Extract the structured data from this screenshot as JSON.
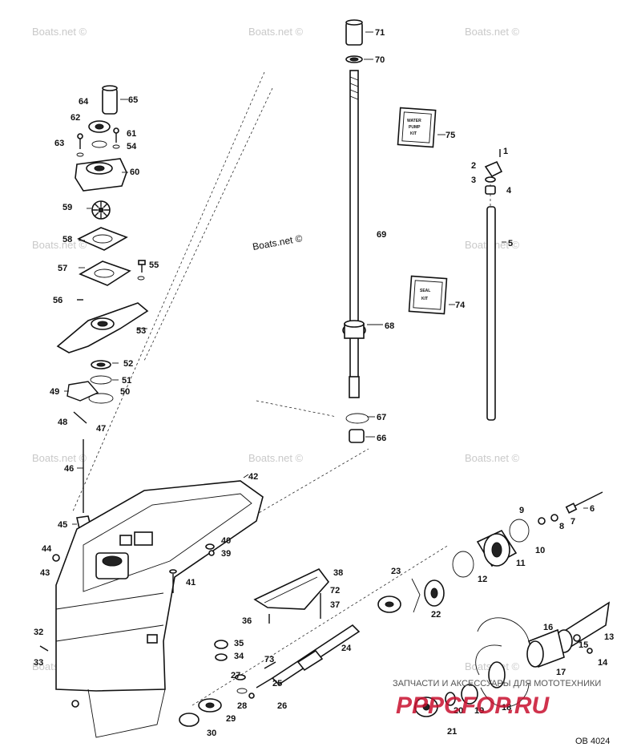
{
  "watermark": "Boats.net ©",
  "part_labels": [
    "1",
    "2",
    "3",
    "4",
    "5",
    "6",
    "7",
    "8",
    "9",
    "10",
    "11",
    "12",
    "13",
    "14",
    "15",
    "16",
    "17",
    "18",
    "19",
    "20",
    "21",
    "22",
    "23",
    "24",
    "25",
    "26",
    "27",
    "28",
    "29",
    "30",
    "32",
    "33",
    "34",
    "35",
    "36",
    "37",
    "38",
    "39",
    "40",
    "41",
    "42",
    "43",
    "44",
    "45",
    "46",
    "47",
    "48",
    "49",
    "50",
    "51",
    "52",
    "53",
    "54",
    "55",
    "56",
    "57",
    "58",
    "59",
    "60",
    "61",
    "62",
    "63",
    "64",
    "65",
    "66",
    "67",
    "68",
    "69",
    "70",
    "71",
    "72",
    "73",
    "74",
    "75"
  ],
  "water_pump_kit_label": [
    "WATER",
    "PUMP",
    "KIT"
  ],
  "seal_kit_label": [
    "SEAL",
    "KIT"
  ],
  "drawing_code": "OB 4024",
  "vendor_caption": "ЗАПЧАСТИ И АКСЕССУАРЫ ДЛЯ МОТОТЕХНИКИ",
  "vendor_logo": "PPPCFOP.RU"
}
